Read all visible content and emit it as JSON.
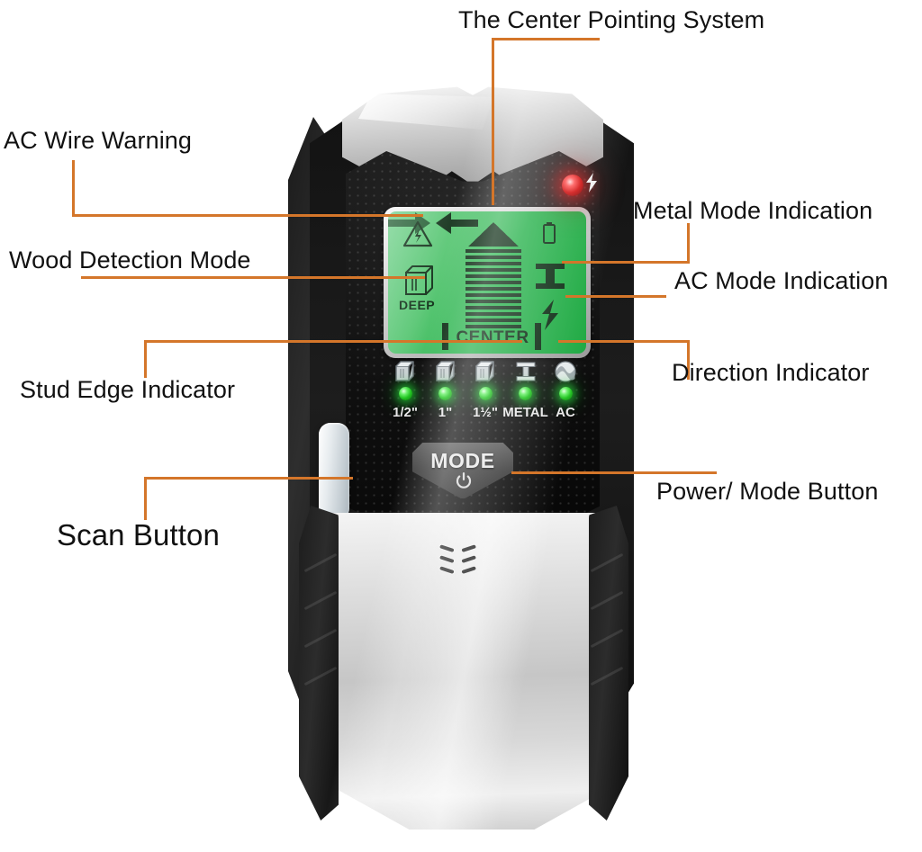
{
  "diagram": {
    "title": "Stud Finder Wall Scanner - Annotated Feature Diagram",
    "accent_color": "#d4762a",
    "label_color": "#111111"
  },
  "callouts": [
    {
      "id": "center-pointing",
      "text": "The Center Pointing System",
      "side": "top"
    },
    {
      "id": "ac-wire-warning",
      "text": "AC Wire Warning",
      "side": "left"
    },
    {
      "id": "wood-detection",
      "text": "Wood Detection Mode",
      "side": "left"
    },
    {
      "id": "stud-edge",
      "text": "Stud Edge Indicator",
      "side": "left"
    },
    {
      "id": "scan-button",
      "text": "Scan Button",
      "side": "left"
    },
    {
      "id": "metal-mode",
      "text": "Metal Mode Indication",
      "side": "right"
    },
    {
      "id": "ac-mode",
      "text": "AC Mode Indication",
      "side": "right"
    },
    {
      "id": "direction",
      "text": "Direction Indicator",
      "side": "right"
    },
    {
      "id": "power-mode",
      "text": "Power/ Mode Button",
      "side": "right"
    }
  ],
  "device": {
    "lcd": {
      "backlight_color": "#25b14a",
      "ink_color": "#0a2a12",
      "center_label": "CENTER",
      "deep_label": "DEEP",
      "icons": {
        "ac_warning": "warning-triangle-lightning-icon",
        "wood_deep": "wood-block-icon",
        "battery": "battery-icon",
        "metal": "i-beam-icon",
        "ac": "lightning-bolt-icon",
        "arrow_right": "arrow-right-icon",
        "arrow_left": "arrow-left-icon",
        "stud_graph": "stud-bargraph-icon"
      }
    },
    "red_led": {
      "label": "ac-wire-alert-led",
      "color": "#d11212",
      "state": "on"
    },
    "led_indicators": [
      {
        "label": "1/2\"",
        "icon": "wood-block-icon",
        "state": "on",
        "color": "#22c422"
      },
      {
        "label": "1\"",
        "icon": "wood-block-icon",
        "state": "on",
        "color": "#22c422"
      },
      {
        "label": "1½\"",
        "icon": "wood-block-icon",
        "state": "on",
        "color": "#22c422"
      },
      {
        "label": "METAL",
        "icon": "i-beam-icon",
        "state": "on",
        "color": "#22c422"
      },
      {
        "label": "AC",
        "icon": "ac-wave-icon",
        "state": "on",
        "color": "#22c422"
      }
    ],
    "mode_button": {
      "text": "MODE",
      "glyph": "power-icon"
    },
    "scan_button": {
      "name": "scan-button"
    },
    "vent": {
      "name": "speaker-vent",
      "rows": 3,
      "columns": 2
    }
  }
}
